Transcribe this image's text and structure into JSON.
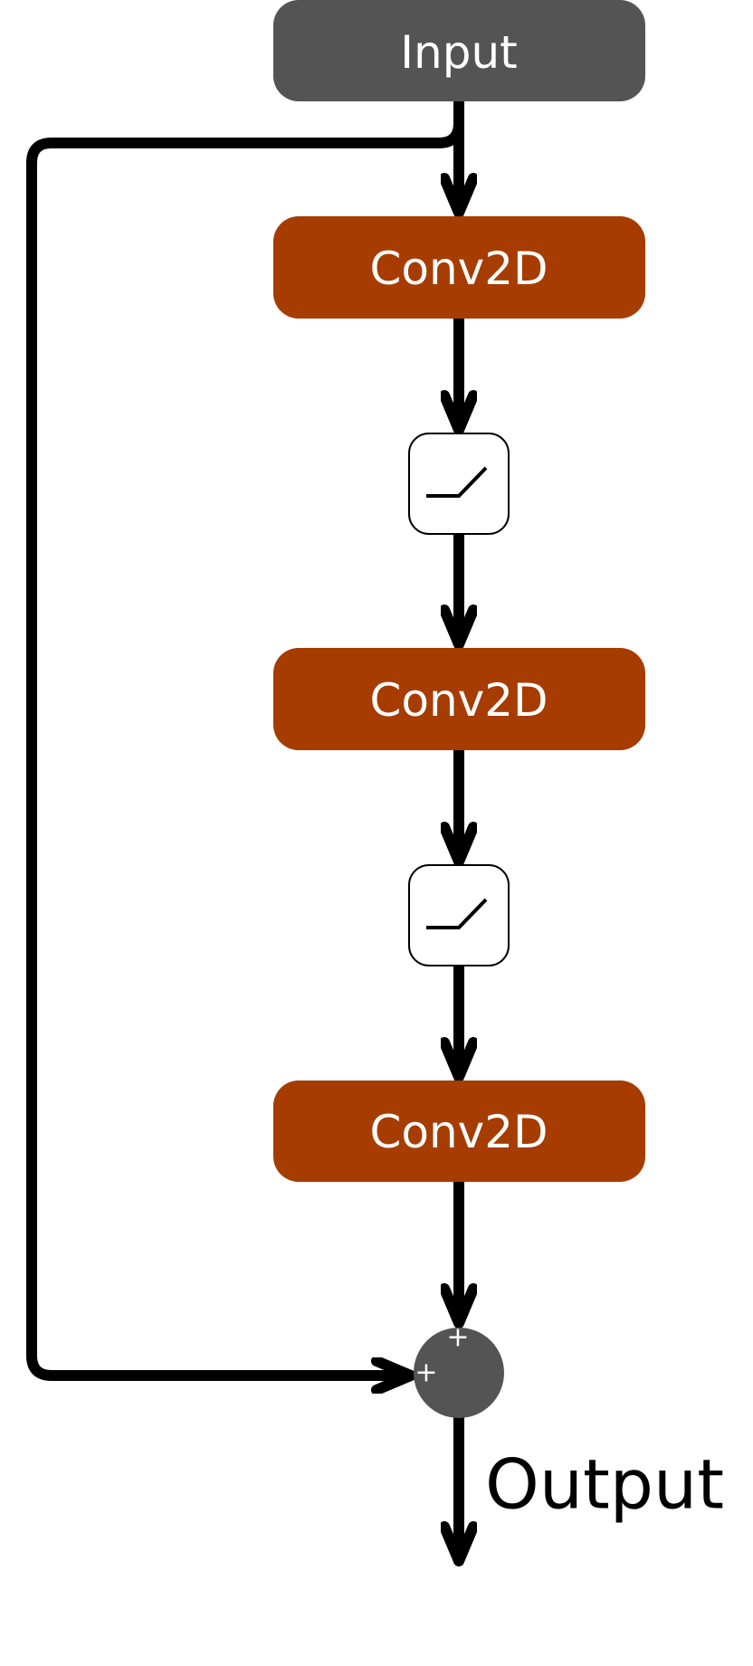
{
  "colors": {
    "input_fill": "#545454",
    "conv_fill": "#a63c00",
    "sum_fill": "#545454",
    "edge": "#000000",
    "activation_fill": "#ffffff",
    "text_on_node": "#ffffff"
  },
  "nodes": {
    "input": {
      "label": "Input"
    },
    "conv1": {
      "label": "Conv2D"
    },
    "relu1": {
      "icon": "relu-activation-icon"
    },
    "conv2": {
      "label": "Conv2D"
    },
    "relu2": {
      "icon": "relu-activation-icon"
    },
    "conv3": {
      "label": "Conv2D"
    },
    "sum": {
      "top_sign": "+",
      "left_sign": "+"
    }
  },
  "output": {
    "label": "Output"
  }
}
